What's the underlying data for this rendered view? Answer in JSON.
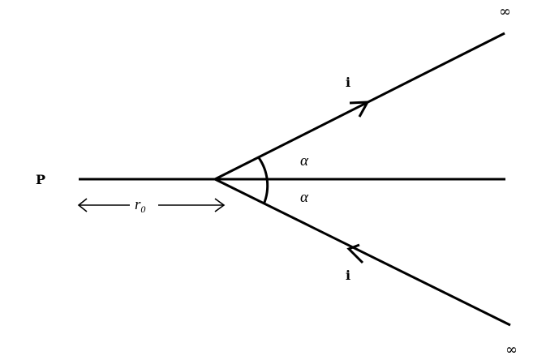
{
  "labels": {
    "point": "P",
    "current_upper": "i",
    "current_lower": "i",
    "angle_upper": "α",
    "angle_lower": "α",
    "distance_symbol": "r",
    "distance_subscript": "0",
    "infinity_upper": "∞",
    "infinity_lower": "∞"
  }
}
